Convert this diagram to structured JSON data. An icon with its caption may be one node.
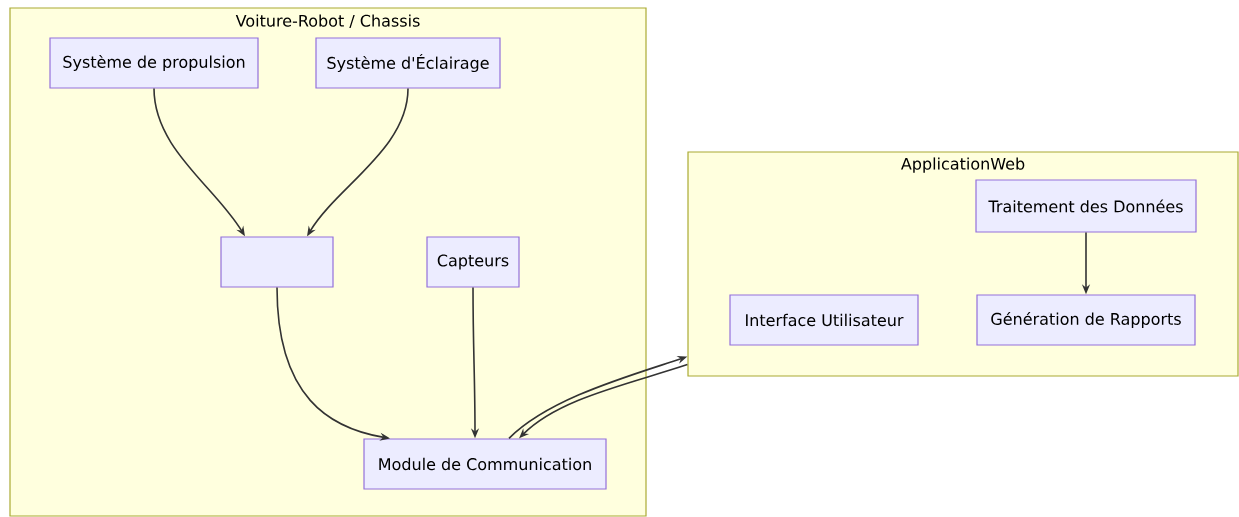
{
  "diagram": {
    "nodes": [
      {
        "text": [
          "Voiture-Robot / Chassis"
        ]
      },
      {
        "text": [
          "Système de propulsion"
        ],
        "in": 0
      },
      {
        "text": [
          "Système d'Éclairage"
        ],
        "in": 0
      },
      {
        "text": [],
        "shape": "box",
        "in": 0
      },
      {
        "text": [
          "Capteurs"
        ],
        "in": 0
      },
      {
        "text": [
          "Module de Communication"
        ],
        "in": 0
      },
      {
        "text": [
          "ApplicationWeb"
        ]
      },
      {
        "text": [
          "Traitement des Données"
        ],
        "in": 6
      },
      {
        "text": [
          "Interface Utilisateur"
        ],
        "in": 6
      },
      {
        "text": [
          "Génération de Rapports"
        ],
        "in": 6
      }
    ],
    "edges": [
      {
        "from": 1,
        "to": 3,
        "arrow": "to"
      },
      {
        "from": 2,
        "to": 3,
        "arrow": "to"
      },
      {
        "from": 3,
        "to": 5,
        "arrow": "to"
      },
      {
        "from": 4,
        "to": 5,
        "arrow": "to"
      },
      {
        "from": 5,
        "to": 6,
        "arrow": "to"
      },
      {
        "from": 6,
        "to": 5,
        "arrow": "to"
      },
      {
        "from": 7,
        "to": 9,
        "arrow": "to"
      }
    ]
  }
}
